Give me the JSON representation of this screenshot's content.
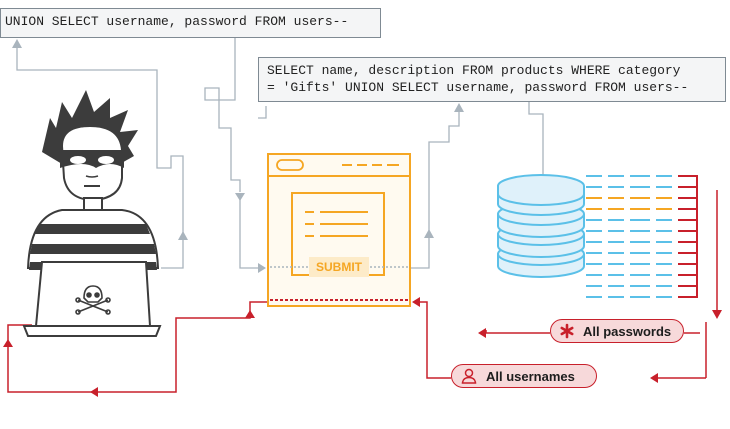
{
  "attack_query": "UNION SELECT username, password FROM users--",
  "full_query_line1": "SELECT name, description FROM products WHERE category",
  "full_query_line2": "= 'Gifts' UNION SELECT username, password FROM users--",
  "submit_label": "SUBMIT",
  "passwords_label": "All passwords",
  "usernames_label": "All usernames",
  "colors": {
    "grey_line": "#a9b4bd",
    "form_orange": "#f5a623",
    "db_blue": "#5bc0e8",
    "db_fill": "#dff1fa",
    "alert_red": "#c8202b",
    "pill_fill": "#f7d9da"
  },
  "icons": {
    "attacker": "masked-hacker-icon",
    "skull": "skull-crossbones-icon",
    "database": "database-icon",
    "asterisk": "asterisk-icon",
    "user": "user-icon"
  }
}
